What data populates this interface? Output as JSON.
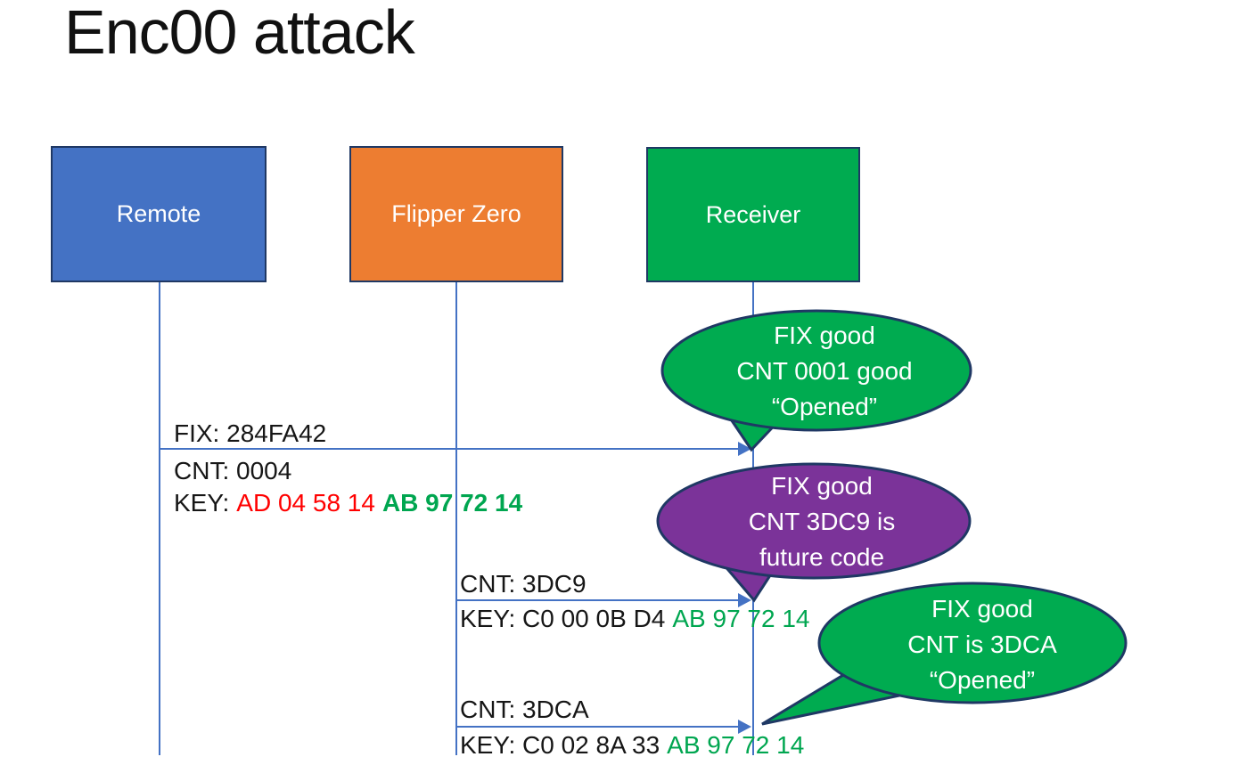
{
  "title": "Enc00 attack",
  "actors": [
    {
      "label": "Remote",
      "fill": "#4472C4"
    },
    {
      "label": "Flipper Zero",
      "fill": "#ED7D31"
    },
    {
      "label": "Receiver",
      "fill": "#00AB50"
    }
  ],
  "messages": [
    {
      "from": "Remote",
      "to": "Receiver",
      "fix": "FIX: 284FA42",
      "cnt": "CNT: 0004",
      "key_prefix": "KEY:",
      "key_red": "AD 04 58 14",
      "key_green": "AB 97 72 14"
    },
    {
      "from": "Flipper Zero",
      "to": "Receiver",
      "cnt": "CNT: 3DC9",
      "key_prefix": "KEY: C0 00 0B D4",
      "key_green": "AB 97 72 14"
    },
    {
      "from": "Flipper Zero",
      "to": "Receiver",
      "cnt": "CNT: 3DCA",
      "key_prefix": "KEY: C0 02 8A 33",
      "key_green": "AB 97 72 14"
    }
  ],
  "callouts": [
    {
      "fill": "#00AB50",
      "lines": [
        "FIX good",
        "CNT 0001 good",
        "“Opened”"
      ]
    },
    {
      "fill": "#7B3399",
      "lines": [
        "FIX good",
        "CNT 3DC9 is",
        "future code"
      ]
    },
    {
      "fill": "#00AB50",
      "lines": [
        "FIX good",
        "CNT is 3DCA",
        "“Opened”"
      ]
    }
  ],
  "colors": {
    "remote_fill": "#4472C4",
    "flipper_fill": "#ED7D31",
    "receiver_fill": "#00AB50",
    "callout_green": "#00AB50",
    "callout_purple": "#7B3399",
    "shape_outline": "#1F3864",
    "arrow_blue": "#4472C4",
    "key_red_text": "#FF0000",
    "key_green_text": "#00A650"
  }
}
